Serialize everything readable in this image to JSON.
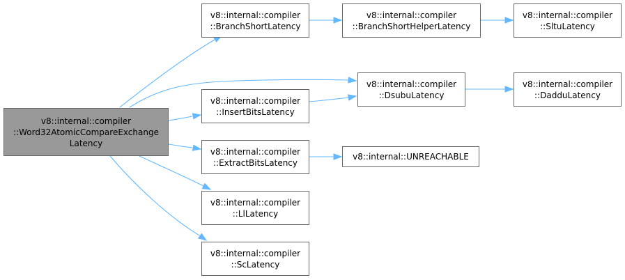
{
  "diagram": {
    "nodes": {
      "root": [
        "v8::internal::compiler",
        "::Word32AtomicCompareExchange",
        "Latency"
      ],
      "branch_short": [
        "v8::internal::compiler",
        "::BranchShortLatency"
      ],
      "branch_short_helper": [
        "v8::internal::compiler",
        "::BranchShortHelperLatency"
      ],
      "sltu": [
        "v8::internal::compiler",
        "::SltuLatency"
      ],
      "dsubu": [
        "v8::internal::compiler",
        "::DsubuLatency"
      ],
      "daddu": [
        "v8::internal::compiler",
        "::DadduLatency"
      ],
      "insert_bits": [
        "v8::internal::compiler",
        "::InsertBitsLatency"
      ],
      "extract_bits": [
        "v8::internal::compiler",
        "::ExtractBitsLatency"
      ],
      "unreachable": [
        "v8::internal::UNREACHABLE"
      ],
      "ll": [
        "v8::internal::compiler",
        "::LlLatency"
      ],
      "sc": [
        "v8::internal::compiler",
        "::ScLatency"
      ]
    },
    "edges": [
      [
        "root",
        "branch_short"
      ],
      [
        "root",
        "dsubu"
      ],
      [
        "root",
        "insert_bits"
      ],
      [
        "root",
        "extract_bits"
      ],
      [
        "root",
        "ll"
      ],
      [
        "root",
        "sc"
      ],
      [
        "branch_short",
        "branch_short_helper"
      ],
      [
        "branch_short_helper",
        "sltu"
      ],
      [
        "insert_bits",
        "dsubu"
      ],
      [
        "dsubu",
        "daddu"
      ],
      [
        "extract_bits",
        "unreachable"
      ]
    ],
    "colors": {
      "edge": "#63b8ff",
      "node_border": "#666666",
      "root_fill": "#999999",
      "node_fill": "#ffffff"
    }
  }
}
